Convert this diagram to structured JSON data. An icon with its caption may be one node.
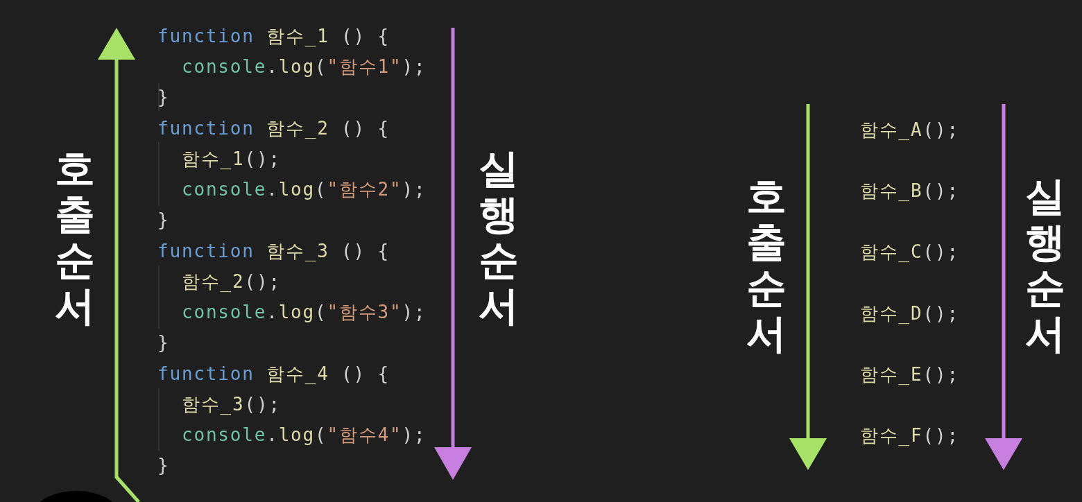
{
  "diagram": {
    "labels": [
      "호출순서",
      "function 함수_1 () {",
      "console.log(\"함수1\");",
      "}",
      "function 함수_2 () {",
      "함수_1();",
      "console.log(\"함수2\");",
      "}",
      "function 함수_3 () {",
      "함수_2();",
      "console.log(\"함수3\");",
      "}",
      "function 함수_4 () {",
      "함수_3();",
      "console.log(\"함수4\");",
      "}",
      "실행순서",
      "호출순서",
      "함수_A();",
      "함수_B();",
      "함수_C();",
      "함수_D();",
      "함수_E();",
      "함수_F();",
      "실행순서"
    ]
  }
}
